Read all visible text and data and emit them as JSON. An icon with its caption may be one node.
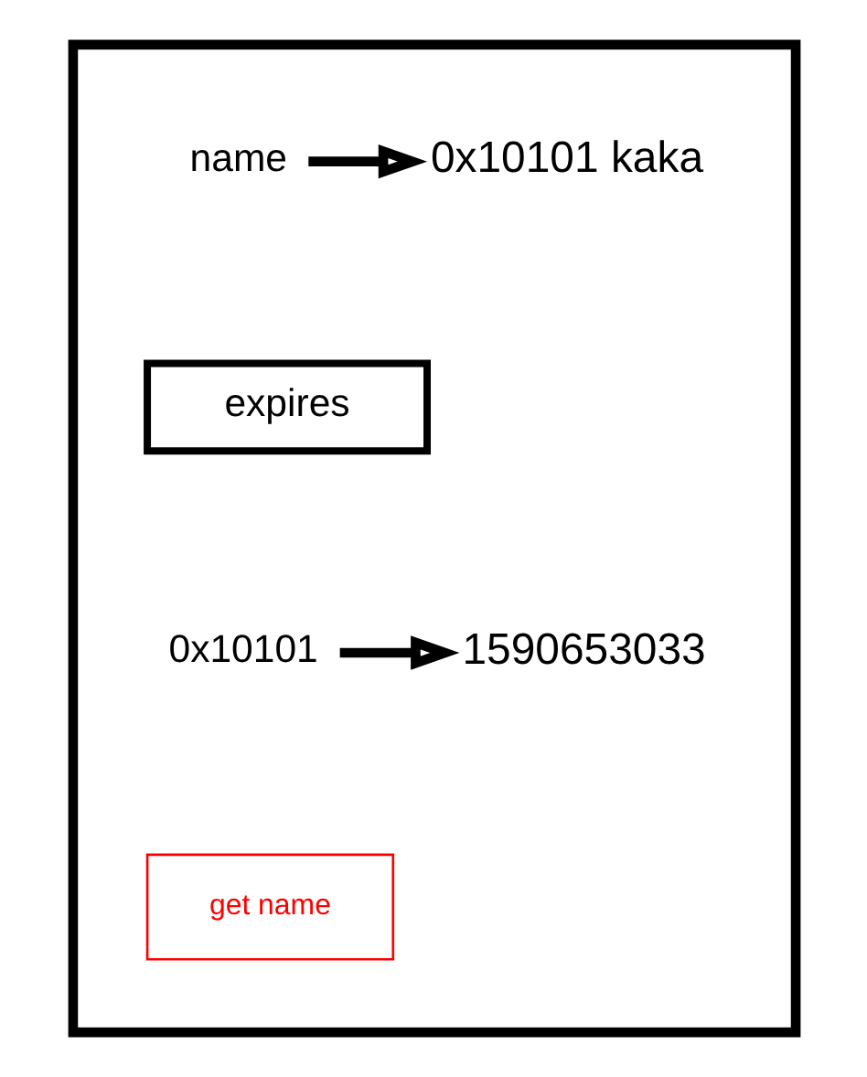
{
  "diagram": {
    "nodes": [
      {
        "text": [],
        "shape": "box"
      },
      {
        "text": [
          "name"
        ],
        "in": 0
      },
      {
        "text": [
          "0x10101 kaka"
        ],
        "in": 0
      },
      {
        "text": [
          "expires"
        ],
        "in": 0
      },
      {
        "text": [
          "0x10101"
        ],
        "in": 0
      },
      {
        "text": [
          "1590653033"
        ],
        "in": 0
      },
      {
        "text": [
          "get name"
        ],
        "in": 0
      }
    ],
    "edges": [
      {
        "from": 1,
        "to": 2,
        "arrow": "to"
      },
      {
        "from": 4,
        "to": 5,
        "arrow": "to"
      }
    ]
  }
}
